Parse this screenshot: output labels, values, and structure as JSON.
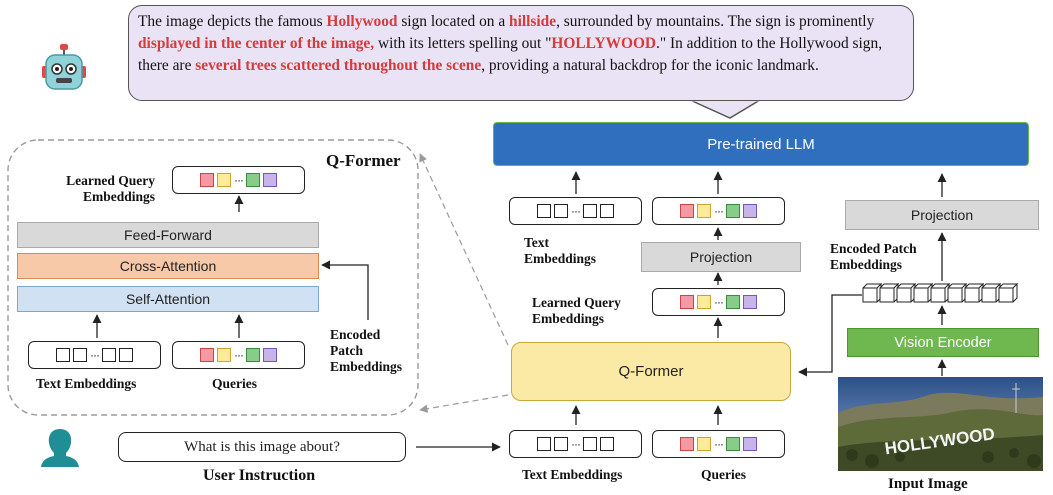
{
  "response": {
    "segments": [
      {
        "text": "The image depicts the famous ",
        "highlight": false
      },
      {
        "text": "Hollywood",
        "highlight": true
      },
      {
        "text": " sign located on a ",
        "highlight": false
      },
      {
        "text": "hillside",
        "highlight": true
      },
      {
        "text": ", surrounded by mountains. The sign is prominently ",
        "highlight": false
      },
      {
        "text": "displayed in the center of the image,",
        "highlight": true
      },
      {
        "text": " with its letters spelling out \"",
        "highlight": false
      },
      {
        "text": "HOLLYWOOD",
        "highlight": true
      },
      {
        "text": ".\" In addition to the Hollywood sign, there are ",
        "highlight": false
      },
      {
        "text": "several trees scattered throughout the scene",
        "highlight": true
      },
      {
        "text": ", providing a natural backdrop for the iconic landmark.",
        "highlight": false
      }
    ]
  },
  "qformer_detail": {
    "title": "Q-Former",
    "feed_forward": "Feed-Forward",
    "cross_attention": "Cross-Attention",
    "self_attention": "Self-Attention",
    "learned_query_embeddings": "Learned Query Embeddings",
    "text_embeddings": "Text Embeddings",
    "queries": "Queries",
    "encoded_patch_embeddings": "Encoded Patch Embeddings"
  },
  "pipeline": {
    "llm": "Pre-trained LLM",
    "projection_text": "Projection",
    "projection_image": "Projection",
    "qformer": "Q-Former",
    "vision_encoder": "Vision Encoder",
    "text_embeddings_top": "Text Embeddings",
    "learned_query_embeddings": "Learned Query Embeddings",
    "encoded_patch_embeddings": "Encoded Patch Embeddings",
    "text_embeddings_bottom": "Text Embeddings",
    "queries": "Queries",
    "user_instruction_text": "What is this image about?",
    "user_instruction_label": "User Instruction",
    "input_image_label": "Input Image",
    "image_sign_text": "HOLLYWOOD"
  },
  "colors": {
    "llm": "#2f6fbd",
    "feed_forward": "#d9d9d9",
    "cross_attention": "#f7c9a8",
    "self_attention": "#cfe1f3",
    "qformer": "#fbe9a6",
    "vision_encoder": "#6fb850",
    "bubble": "#e9e3f5",
    "highlight": "#d63b3b"
  },
  "icons": [
    "robot-icon",
    "user-icon"
  ]
}
